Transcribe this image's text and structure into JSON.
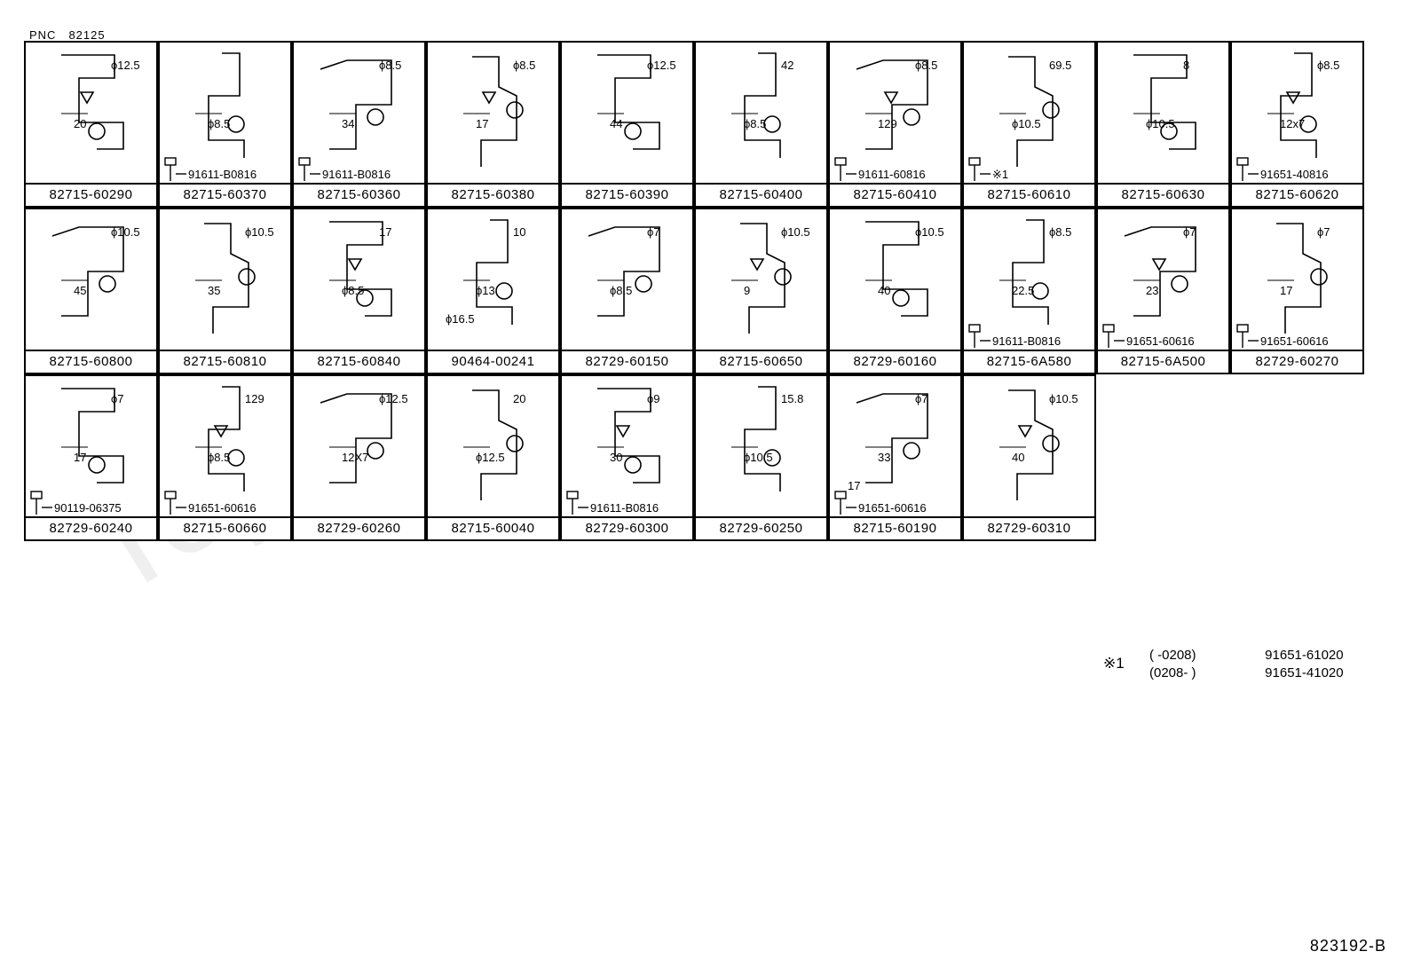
{
  "header": {
    "pnc_label": "PNC",
    "pnc_value": "82125"
  },
  "watermark": "ToyotaCatalog",
  "cells": [
    {
      "part": "82715-60290",
      "labels": [
        "20",
        "ϕ12.5"
      ],
      "bolt": ""
    },
    {
      "part": "82715-60370",
      "labels": [
        "ϕ8.5"
      ],
      "bolt": "91611-B0816"
    },
    {
      "part": "82715-60360",
      "labels": [
        "34",
        "ϕ8.5"
      ],
      "bolt": "91611-B0816"
    },
    {
      "part": "82715-60380",
      "labels": [
        "17",
        "ϕ8.5"
      ],
      "bolt": ""
    },
    {
      "part": "82715-60390",
      "labels": [
        "44",
        "ϕ12.5"
      ],
      "bolt": ""
    },
    {
      "part": "82715-60400",
      "labels": [
        "ϕ8.5",
        "42"
      ],
      "bolt": ""
    },
    {
      "part": "82715-60410",
      "labels": [
        "129",
        "ϕ8.5"
      ],
      "bolt": "91611-60816"
    },
    {
      "part": "82715-60610",
      "labels": [
        "ϕ10.5",
        "69.5"
      ],
      "bolt": "※1"
    },
    {
      "part": "82715-60630",
      "labels": [
        "ϕ10.5",
        "8"
      ],
      "bolt": ""
    },
    {
      "part": "82715-60620",
      "labels": [
        "12x7",
        "ϕ8.5"
      ],
      "bolt": "91651-40816"
    },
    {
      "part": "82715-60800",
      "labels": [
        "45",
        "ϕ10.5"
      ],
      "bolt": ""
    },
    {
      "part": "82715-60810",
      "labels": [
        "35",
        "ϕ10.5"
      ],
      "bolt": ""
    },
    {
      "part": "82715-60840",
      "labels": [
        "ϕ8.5",
        "17"
      ],
      "bolt": ""
    },
    {
      "part": "90464-00241",
      "labels": [
        "ϕ13",
        "10",
        "ϕ16.5"
      ],
      "bolt": ""
    },
    {
      "part": "82729-60150",
      "labels": [
        "ϕ8.5",
        "ϕ7"
      ],
      "bolt": ""
    },
    {
      "part": "82715-60650",
      "labels": [
        "9",
        "ϕ10.5"
      ],
      "bolt": ""
    },
    {
      "part": "82729-60160",
      "labels": [
        "40",
        "ϕ10.5"
      ],
      "bolt": ""
    },
    {
      "part": "82715-6A580",
      "labels": [
        "22.5",
        "ϕ8.5"
      ],
      "bolt": "91611-B0816"
    },
    {
      "part": "82715-6A500",
      "labels": [
        "23",
        "ϕ7"
      ],
      "bolt": "91651-60616"
    },
    {
      "part": "82729-60270",
      "labels": [
        "17",
        "ϕ7"
      ],
      "bolt": "91651-60616"
    },
    {
      "part": "82729-60240",
      "labels": [
        "17",
        "ϕ7"
      ],
      "bolt": "90119-06375"
    },
    {
      "part": "82715-60660",
      "labels": [
        "ϕ8.5",
        "129"
      ],
      "bolt": "91651-60616"
    },
    {
      "part": "82729-60260",
      "labels": [
        "12X7",
        "ϕ12.5"
      ],
      "bolt": ""
    },
    {
      "part": "82715-60040",
      "labels": [
        "ϕ12.5",
        "20"
      ],
      "bolt": ""
    },
    {
      "part": "82729-60300",
      "labels": [
        "30",
        "ϕ9"
      ],
      "bolt": "91611-B0816"
    },
    {
      "part": "82729-60250",
      "labels": [
        "ϕ10.5",
        "15.8"
      ],
      "bolt": ""
    },
    {
      "part": "82715-60190",
      "labels": [
        "33",
        "ϕ7",
        "17"
      ],
      "bolt": "91651-60616"
    },
    {
      "part": "82729-60310",
      "labels": [
        "40",
        "ϕ10.5"
      ],
      "bolt": ""
    }
  ],
  "footnote": {
    "mark": "※1",
    "rows": [
      {
        "range": "(      -0208)",
        "part": "91651-61020"
      },
      {
        "range": "(0208-        )",
        "part": "91651-41020"
      }
    ]
  },
  "doc_number": "823192-B"
}
